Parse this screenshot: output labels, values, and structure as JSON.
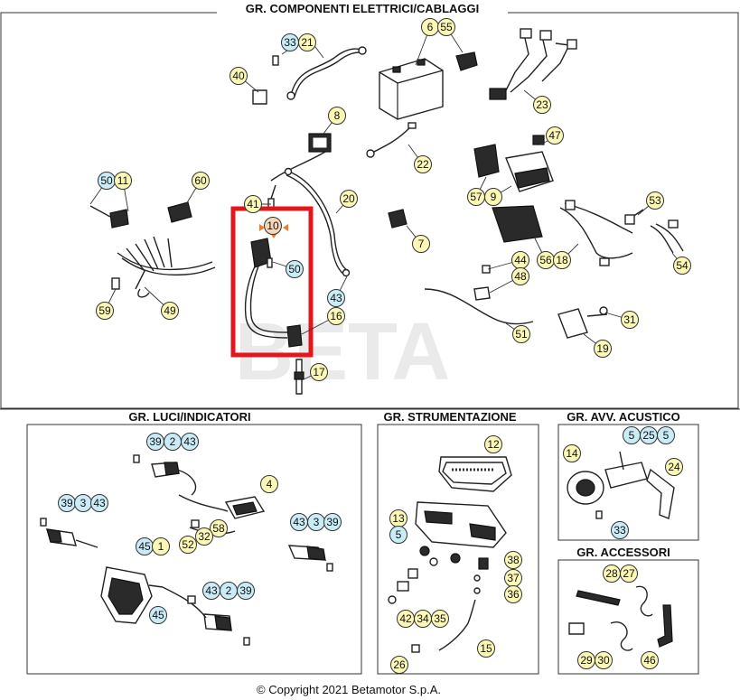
{
  "sections": {
    "electrical": {
      "title": "GR. COMPONENTI ELETTRICI/CABLAGGI"
    },
    "lights": {
      "title": "GR. LUCI/INDICATORI"
    },
    "instruments": {
      "title": "GR. STRUMENTAZIONE"
    },
    "horn": {
      "title": "GR. AVV. ACUSTICO"
    },
    "accessories": {
      "title": "GR. ACCESSORI"
    }
  },
  "highlight": {
    "color": "#e3161b",
    "selected_part": "10"
  },
  "callout_styles": {
    "yellow": "#fbf7b5",
    "blue": "#c9ecf7",
    "orange": "#f7d6b8"
  },
  "callouts": {
    "electrical": [
      {
        "id": "33",
        "style": "blue"
      },
      {
        "id": "21",
        "style": "yellow"
      },
      {
        "id": "6",
        "style": "yellow"
      },
      {
        "id": "55",
        "style": "yellow"
      },
      {
        "id": "40",
        "style": "yellow"
      },
      {
        "id": "8",
        "style": "yellow"
      },
      {
        "id": "23",
        "style": "yellow"
      },
      {
        "id": "22",
        "style": "yellow"
      },
      {
        "id": "47",
        "style": "yellow"
      },
      {
        "id": "50a",
        "label": "50",
        "style": "blue"
      },
      {
        "id": "11",
        "style": "yellow"
      },
      {
        "id": "60",
        "style": "yellow"
      },
      {
        "id": "41",
        "style": "yellow"
      },
      {
        "id": "20",
        "style": "yellow"
      },
      {
        "id": "57",
        "style": "yellow"
      },
      {
        "id": "9",
        "style": "yellow"
      },
      {
        "id": "53",
        "style": "yellow"
      },
      {
        "id": "7",
        "style": "yellow"
      },
      {
        "id": "10",
        "style": "orange"
      },
      {
        "id": "50b",
        "label": "50",
        "style": "blue"
      },
      {
        "id": "44",
        "style": "yellow"
      },
      {
        "id": "48",
        "style": "yellow"
      },
      {
        "id": "56",
        "style": "yellow"
      },
      {
        "id": "18",
        "style": "yellow"
      },
      {
        "id": "54",
        "style": "yellow"
      },
      {
        "id": "43a",
        "label": "43",
        "style": "blue"
      },
      {
        "id": "16",
        "style": "yellow"
      },
      {
        "id": "31",
        "style": "yellow"
      },
      {
        "id": "59",
        "style": "yellow"
      },
      {
        "id": "49",
        "style": "yellow"
      },
      {
        "id": "51",
        "style": "yellow"
      },
      {
        "id": "19",
        "style": "yellow"
      },
      {
        "id": "17",
        "style": "yellow"
      }
    ],
    "lights": [
      {
        "id": "39a",
        "label": "39",
        "style": "blue"
      },
      {
        "id": "2a",
        "label": "2",
        "style": "blue"
      },
      {
        "id": "43b",
        "label": "43",
        "style": "blue"
      },
      {
        "id": "4",
        "style": "yellow"
      },
      {
        "id": "39b",
        "label": "39",
        "style": "blue"
      },
      {
        "id": "3a",
        "label": "3",
        "style": "blue"
      },
      {
        "id": "43c",
        "label": "43",
        "style": "blue"
      },
      {
        "id": "58",
        "style": "yellow"
      },
      {
        "id": "32",
        "style": "yellow"
      },
      {
        "id": "52",
        "style": "yellow"
      },
      {
        "id": "43d",
        "label": "43",
        "style": "blue"
      },
      {
        "id": "3b",
        "label": "3",
        "style": "blue"
      },
      {
        "id": "39c",
        "label": "39",
        "style": "blue"
      },
      {
        "id": "45a",
        "label": "45",
        "style": "blue"
      },
      {
        "id": "1",
        "style": "yellow"
      },
      {
        "id": "43e",
        "label": "43",
        "style": "blue"
      },
      {
        "id": "2b",
        "label": "2",
        "style": "blue"
      },
      {
        "id": "39d",
        "label": "39",
        "style": "blue"
      },
      {
        "id": "45b",
        "label": "45",
        "style": "blue"
      }
    ],
    "instruments": [
      {
        "id": "12",
        "style": "yellow"
      },
      {
        "id": "13",
        "style": "yellow"
      },
      {
        "id": "5a",
        "label": "5",
        "style": "blue"
      },
      {
        "id": "38",
        "style": "yellow"
      },
      {
        "id": "37",
        "style": "yellow"
      },
      {
        "id": "36",
        "style": "yellow"
      },
      {
        "id": "42",
        "style": "yellow"
      },
      {
        "id": "34",
        "style": "yellow"
      },
      {
        "id": "35",
        "style": "yellow"
      },
      {
        "id": "15",
        "style": "yellow"
      },
      {
        "id": "26",
        "style": "yellow"
      }
    ],
    "horn": [
      {
        "id": "5b",
        "label": "5",
        "style": "blue"
      },
      {
        "id": "25",
        "style": "blue"
      },
      {
        "id": "5c",
        "label": "5",
        "style": "blue"
      },
      {
        "id": "14",
        "style": "yellow"
      },
      {
        "id": "24",
        "style": "yellow"
      },
      {
        "id": "33b",
        "label": "33",
        "style": "blue"
      }
    ],
    "accessories": [
      {
        "id": "28",
        "style": "yellow"
      },
      {
        "id": "27",
        "style": "yellow"
      },
      {
        "id": "29",
        "style": "yellow"
      },
      {
        "id": "30",
        "style": "yellow"
      },
      {
        "id": "46",
        "style": "yellow"
      }
    ]
  },
  "footer": {
    "copyright": "© Copyright 2021 Betamotor S.p.A."
  }
}
